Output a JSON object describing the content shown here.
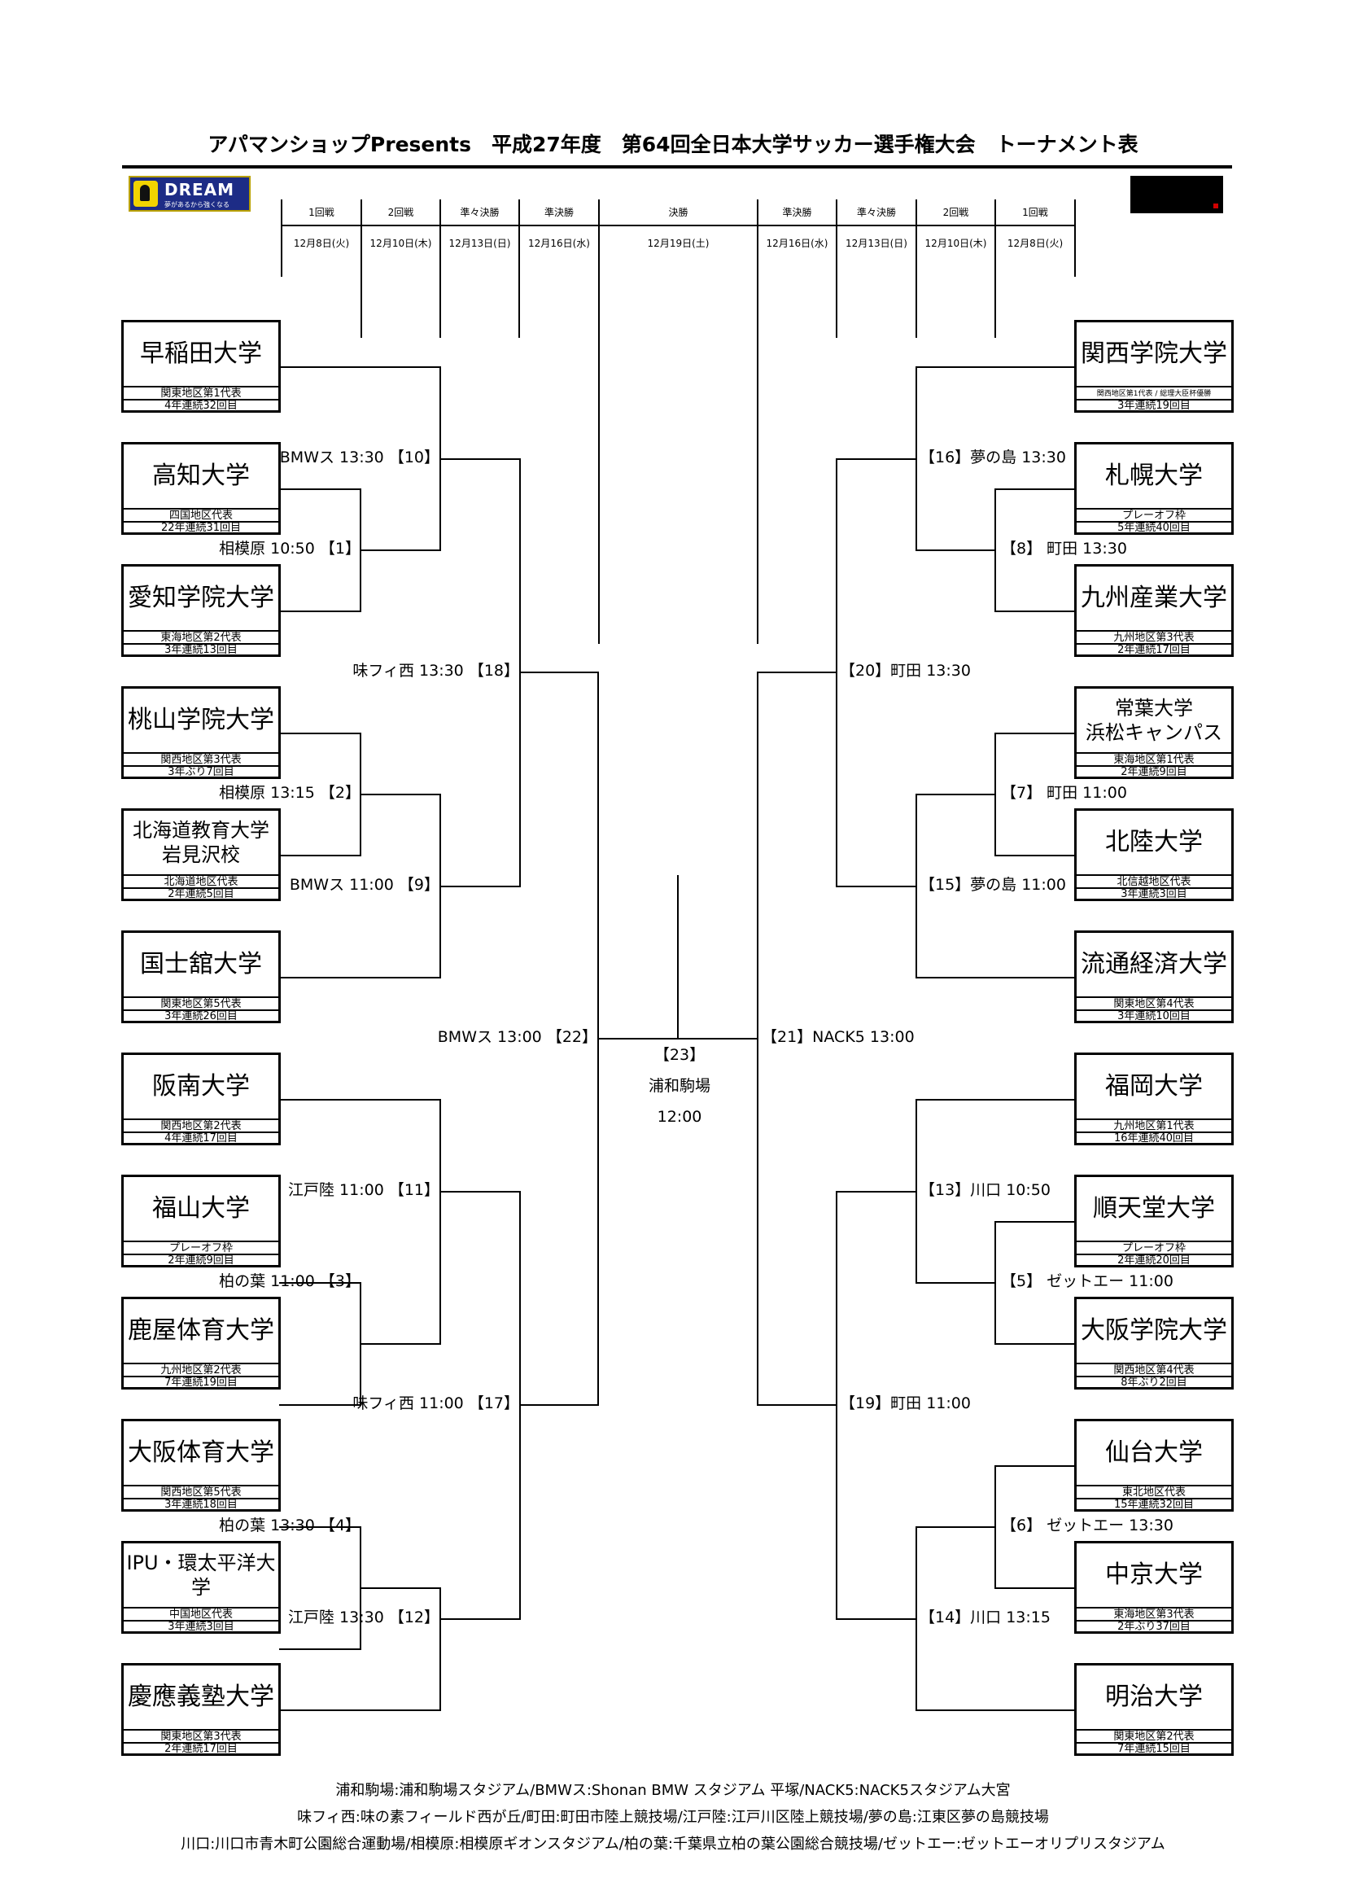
{
  "title": "アパマンショップPresents　平成27年度　第64回全日本大学サッカー選手権大会　トーナメント表",
  "logos": {
    "left": {
      "word": "DREAM",
      "tagline": "夢があるから強くなる"
    },
    "right_icon": "sponsor-logo"
  },
  "header": {
    "rounds": [
      "1回戦",
      "2回戦",
      "準々決勝",
      "準決勝",
      "決勝",
      "準決勝",
      "準々決勝",
      "2回戦",
      "1回戦"
    ],
    "dates": [
      "12月8日(火)",
      "12月10日(木)",
      "12月13日(日)",
      "12月16日(水)",
      "12月19日(土)",
      "12月16日(水)",
      "12月13日(日)",
      "12月10日(木)",
      "12月8日(火)"
    ]
  },
  "teams_left": [
    {
      "name": "早稲田大学",
      "sub1": "関東地区第1代表",
      "sub2": "4年連続32回目"
    },
    {
      "name": "高知大学",
      "sub1": "四国地区代表",
      "sub2": "22年連続31回目"
    },
    {
      "name": "愛知学院大学",
      "sub1": "東海地区第2代表",
      "sub2": "3年連続13回目"
    },
    {
      "name": "桃山学院大学",
      "sub1": "関西地区第3代表",
      "sub2": "3年ぶり7回目"
    },
    {
      "name": "北海道教育大学\n岩見沢校",
      "sub1": "北海道地区代表",
      "sub2": "2年連続5回目"
    },
    {
      "name": "国士舘大学",
      "sub1": "関東地区第5代表",
      "sub2": "3年連続26回目"
    },
    {
      "name": "阪南大学",
      "sub1": "関西地区第2代表",
      "sub2": "4年連続17回目"
    },
    {
      "name": "福山大学",
      "sub1": "プレーオフ枠",
      "sub2": "2年連続9回目"
    },
    {
      "name": "鹿屋体育大学",
      "sub1": "九州地区第2代表",
      "sub2": "7年連続19回目"
    },
    {
      "name": "大阪体育大学",
      "sub1": "関西地区第5代表",
      "sub2": "3年連続18回目"
    },
    {
      "name": "IPU・環太平洋大学",
      "sub1": "中国地区代表",
      "sub2": "3年連続3回目"
    },
    {
      "name": "慶應義塾大学",
      "sub1": "関東地区第3代表",
      "sub2": "2年連続17回目"
    }
  ],
  "teams_right": [
    {
      "name": "関西学院大学",
      "sub1": "関西地区第1代表 / 総理大臣杯優勝",
      "sub2": "3年連続19回目"
    },
    {
      "name": "札幌大学",
      "sub1": "プレーオフ枠",
      "sub2": "5年連続40回目"
    },
    {
      "name": "九州産業大学",
      "sub1": "九州地区第3代表",
      "sub2": "2年連続17回目"
    },
    {
      "name": "常葉大学\n浜松キャンパス",
      "sub1": "東海地区第1代表",
      "sub2": "2年連続9回目"
    },
    {
      "name": "北陸大学",
      "sub1": "北信越地区代表",
      "sub2": "3年連続3回目"
    },
    {
      "name": "流通経済大学",
      "sub1": "関東地区第4代表",
      "sub2": "3年連続10回目"
    },
    {
      "name": "福岡大学",
      "sub1": "九州地区第1代表",
      "sub2": "16年連続40回目"
    },
    {
      "name": "順天堂大学",
      "sub1": "プレーオフ枠",
      "sub2": "2年連続20回目"
    },
    {
      "name": "大阪学院大学",
      "sub1": "関西地区第4代表",
      "sub2": "8年ぶり2回目"
    },
    {
      "name": "仙台大学",
      "sub1": "東北地区代表",
      "sub2": "15年連続32回目"
    },
    {
      "name": "中京大学",
      "sub1": "東海地区第3代表",
      "sub2": "2年ぶり37回目"
    },
    {
      "name": "明治大学",
      "sub1": "関東地区第2代表",
      "sub2": "7年連続15回目"
    }
  ],
  "matches_left": {
    "m1": "相模原 10:50 【1】",
    "m2": "相模原 13:15 【2】",
    "m3": "柏の葉 11:00 【3】",
    "m4": "柏の葉 13:30 【4】",
    "m9": "BMWス 11:00 【9】",
    "m10": "BMWス 13:30 【10】",
    "m11": "江戸陸 11:00 【11】",
    "m12": "江戸陸 13:30 【12】",
    "m17": "味フィ西 11:00 【17】",
    "m18": "味フィ西 13:30 【18】",
    "m22": "BMWス 13:00 【22】"
  },
  "matches_right": {
    "m5": "【5】 ゼットエー 11:00",
    "m6": "【6】 ゼットエー 13:30",
    "m7": "【7】 町田 11:00",
    "m8": "【8】 町田 13:30",
    "m13": "【13】川口 10:50",
    "m14": "【14】川口 13:15",
    "m15": "【15】夢の島 11:00",
    "m16": "【16】夢の島 13:30",
    "m19": "【19】町田 11:00",
    "m20": "【20】町田 13:30",
    "m21": "【21】NACK5 13:00"
  },
  "final": {
    "number": "【23】",
    "venue": "浦和駒場",
    "time": "12:00"
  },
  "notes": [
    "浦和駒場:浦和駒場スタジアム/BMWス:Shonan BMW スタジアム 平塚/NACK5:NACK5スタジアム大宮",
    "味フィ西:味の素フィールド西が丘/町田:町田市陸上競技場/江戸陸:江戸川区陸上競技場/夢の島:江東区夢の島競技場",
    "川口:川口市青木町公園総合運動場/相模原:相模原ギオンスタジアム/柏の葉:千葉県立柏の葉公園総合競技場/ゼットエー:ゼットエーオリプリスタジアム"
  ]
}
